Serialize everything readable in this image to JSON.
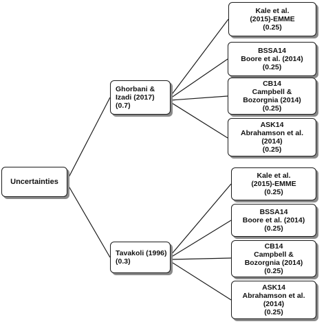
{
  "root": {
    "label": "Uncertainties"
  },
  "branches": [
    {
      "lines": [
        "Ghorbani &",
        "Izadi (2017)",
        "(0.7)"
      ],
      "models": [
        {
          "lines": [
            "Kale et al.",
            "(2015)-EMME",
            "(0.25)"
          ]
        },
        {
          "lines": [
            "BSSA14",
            "Boore et al. (2014)",
            "(0.25)"
          ]
        },
        {
          "lines": [
            "CB14",
            "Campbell &",
            "Bozorgnia (2014)",
            "(0.25)"
          ]
        },
        {
          "lines": [
            "ASK14",
            "Abrahamson et al.",
            "(2014)",
            "(0.25)"
          ]
        }
      ]
    },
    {
      "lines": [
        "Tavakoli (1996)",
        "(0.3)"
      ],
      "models": [
        {
          "lines": [
            "Kale et al.",
            "(2015)-EMME",
            "(0.25)"
          ]
        },
        {
          "lines": [
            "BSSA14",
            "Boore et al. (2014)",
            "(0.25)"
          ]
        },
        {
          "lines": [
            "CB14",
            "Campbell &",
            "Bozorgnia (2014)",
            "(0.25)"
          ]
        },
        {
          "lines": [
            "ASK14",
            "Abrahamson et al.",
            "(2014)",
            "(0.25)"
          ]
        }
      ]
    }
  ]
}
